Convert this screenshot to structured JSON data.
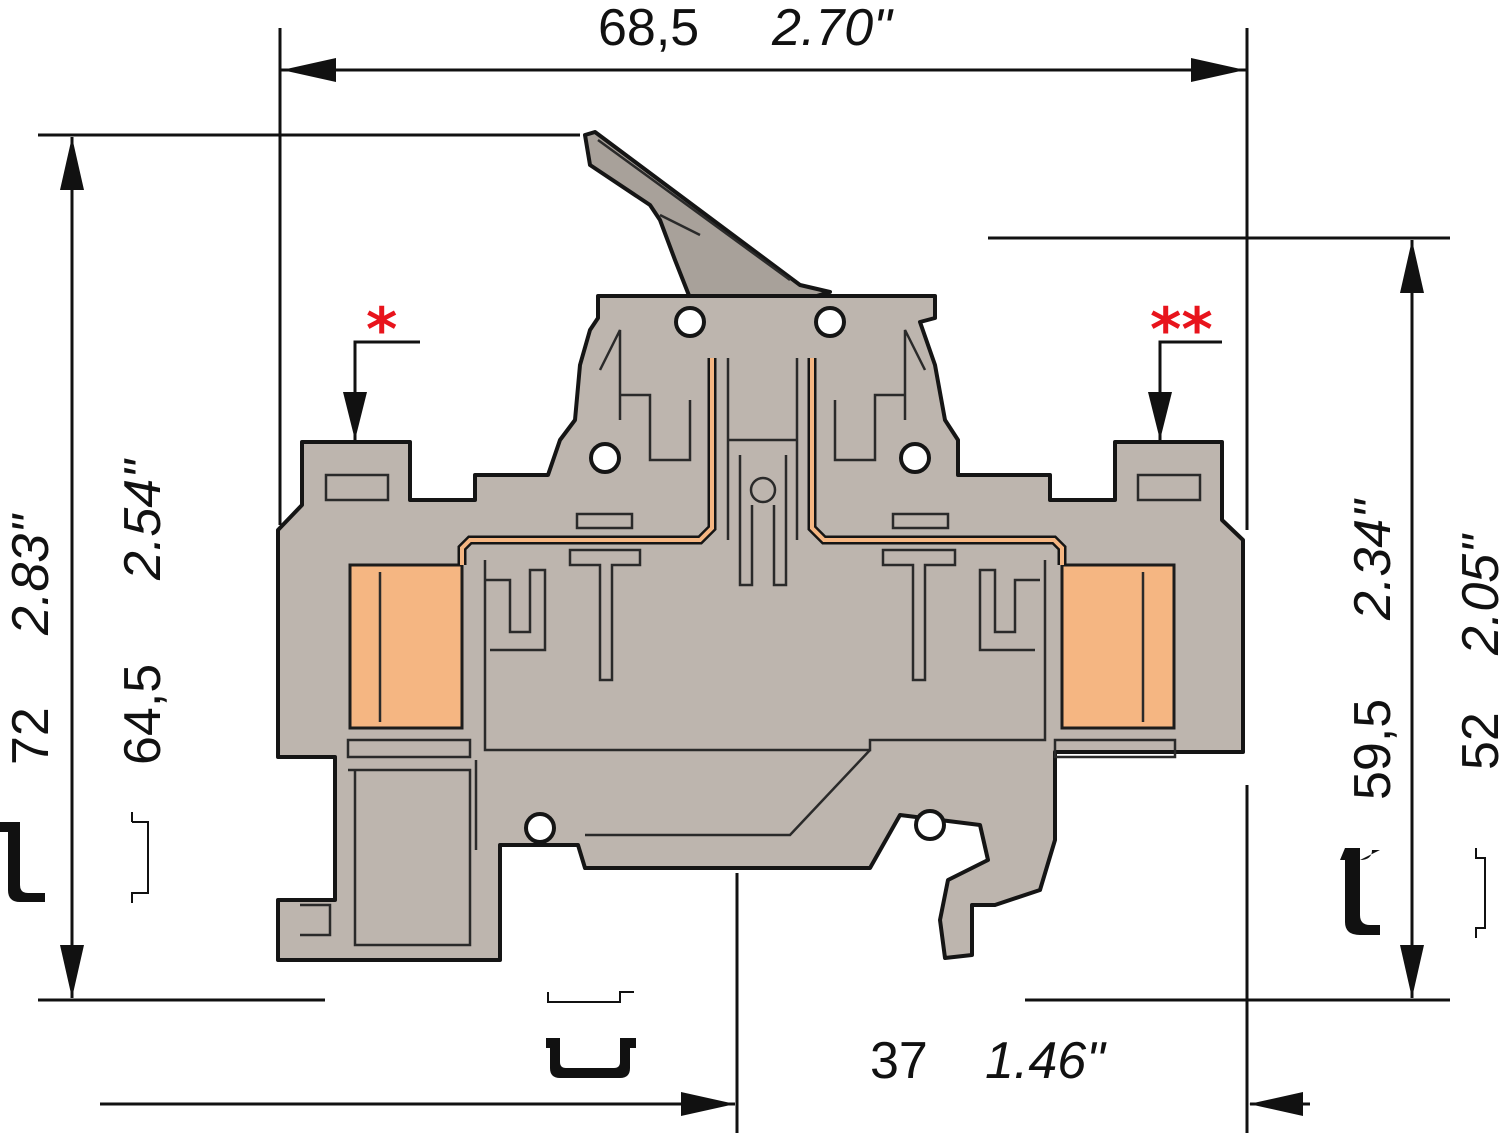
{
  "dimensions": {
    "width_mm": "68,5",
    "width_in": "2.70\"",
    "height_total_mm": "72",
    "height_total_in": "2.83\"",
    "height_rail_mm": "64,5",
    "height_rail_in": "2.54\"",
    "height_right_mm": "59,5",
    "height_right_in": "2.34\"",
    "height_right2_mm": "52",
    "height_right2_in": "2.05\"",
    "offset_mm": "37",
    "offset_in": "1.46\""
  },
  "markers": {
    "single": "*",
    "double": "**",
    "color": "#e8141c"
  },
  "colors": {
    "housing": "#bdb5ae",
    "copper": "#f5b682",
    "outline": "#151515"
  }
}
